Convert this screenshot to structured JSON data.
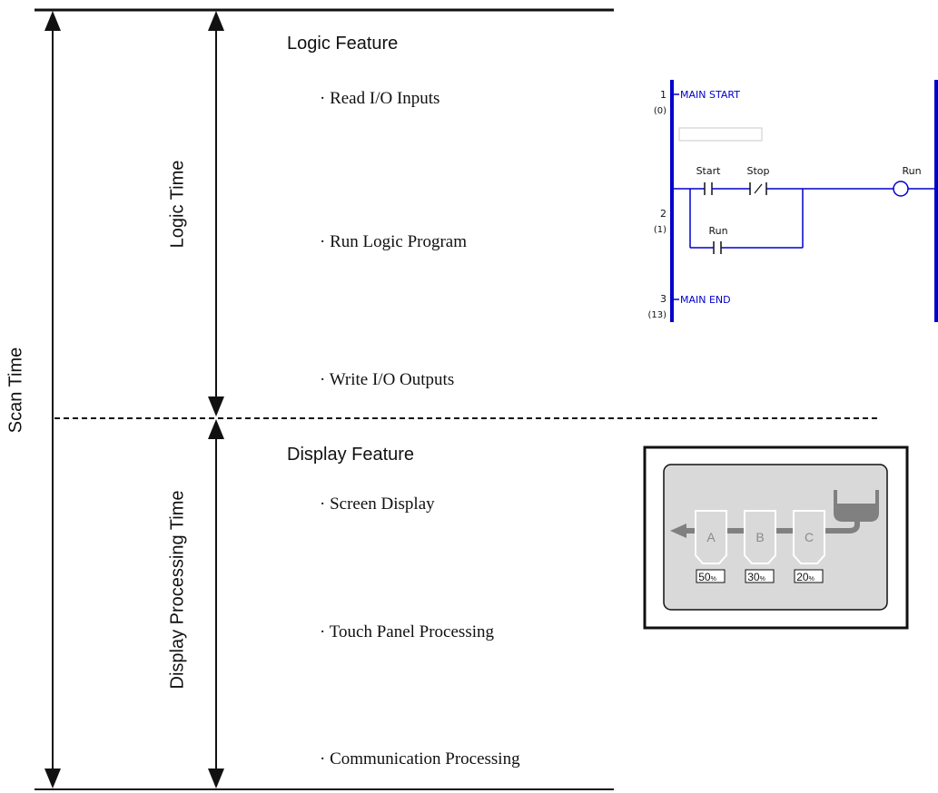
{
  "labels": {
    "scan_time": "Scan Time",
    "logic_time": "Logic Time",
    "display_processing_time": "Display Processing Time"
  },
  "logic_feature": {
    "heading": "Logic Feature",
    "items": [
      "· Read I/O Inputs",
      "· Run Logic Program",
      "· Write I/O Outputs"
    ]
  },
  "display_feature": {
    "heading": "Display Feature",
    "items": [
      "· Screen Display",
      "· Touch Panel Processing",
      "· Communication Processing"
    ]
  },
  "ladder": {
    "rungs": [
      {
        "number": "1",
        "address": "(0)",
        "label": "MAIN START"
      },
      {
        "number": "2",
        "address": "(1)"
      },
      {
        "number": "3",
        "address": "(13)",
        "label": "MAIN END"
      }
    ],
    "contacts": {
      "start": "Start",
      "stop": "Stop",
      "run_parallel": "Run"
    },
    "coil": "Run",
    "colors": {
      "rail": "#0000cc",
      "rung": "#0000cc",
      "text": "#0000cc"
    }
  },
  "display_panel": {
    "tanks": [
      {
        "letter": "A",
        "value": "50",
        "unit": "%"
      },
      {
        "letter": "B",
        "value": "30",
        "unit": "%"
      },
      {
        "letter": "C",
        "value": "20",
        "unit": "%"
      }
    ],
    "colors": {
      "screen": "#d9d9d9",
      "pipe": "#808080"
    }
  }
}
